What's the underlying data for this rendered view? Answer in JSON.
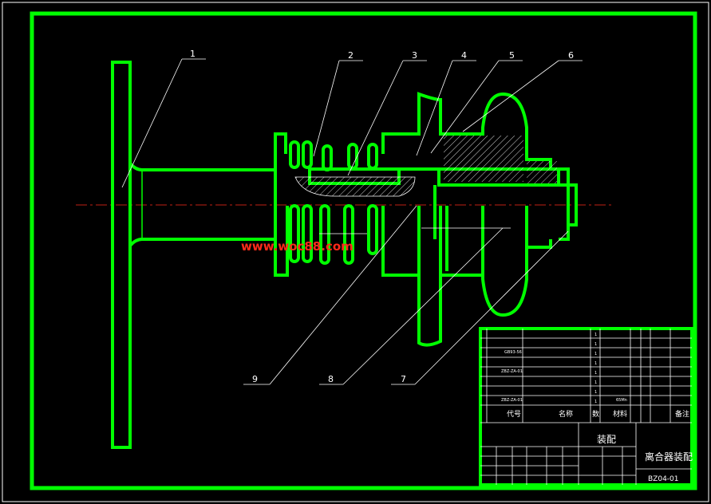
{
  "balloons": [
    "1",
    "2",
    "3",
    "4",
    "5",
    "6",
    "7",
    "8",
    "9"
  ],
  "watermark": "www.woc88.com",
  "title_block": {
    "parts_rows": [
      {
        "code": "",
        "name": "",
        "qty": "1",
        "material": ""
      },
      {
        "code": "",
        "name": "",
        "qty": "1",
        "material": ""
      },
      {
        "code": "GB93-56",
        "name": "",
        "qty": "1",
        "material": ""
      },
      {
        "code": "",
        "name": "",
        "qty": "1",
        "material": ""
      },
      {
        "code": "ZBZ-ZA-01",
        "name": "",
        "qty": "1",
        "material": ""
      },
      {
        "code": "",
        "name": "",
        "qty": "1",
        "material": ""
      },
      {
        "code": "",
        "name": "",
        "qty": "1",
        "material": ""
      },
      {
        "code": "ZBZ-ZA-01",
        "name": "",
        "qty": "1",
        "material": "65Mn"
      },
      {
        "code": "",
        "name": "",
        "qty": "1",
        "material": ""
      }
    ],
    "header": {
      "code": "代号",
      "name": "名称",
      "qty": "数",
      "material": "材料",
      "remark": "备注"
    },
    "assembly_label": "装配",
    "drawing_title": "离合器装配",
    "drawing_number": "BZ04-01"
  }
}
